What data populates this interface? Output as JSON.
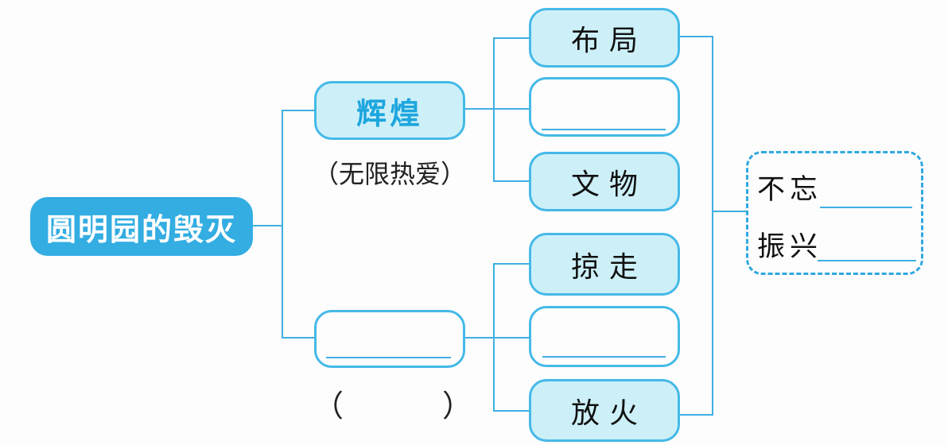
{
  "diagram": {
    "title_semantic": "yuanmingyuan-mindmap",
    "root": {
      "label": "圆明园的毁灭"
    },
    "branches": [
      {
        "node_label": "辉煌",
        "annotation": "（无限热爱）",
        "children": [
          {
            "label": "布局",
            "blank": false
          },
          {
            "label": "",
            "blank": true
          },
          {
            "label": "文物",
            "blank": false
          }
        ]
      },
      {
        "node_label": "",
        "blank": true,
        "annotation_open": "（",
        "annotation_close": "）",
        "children": [
          {
            "label": "掠走",
            "blank": false
          },
          {
            "label": "",
            "blank": true
          },
          {
            "label": "放火",
            "blank": false
          }
        ]
      }
    ],
    "conclusion": {
      "line1_label": "不忘",
      "line2_label": "振兴"
    }
  },
  "colors": {
    "root_fill": "#33ade2",
    "node_fill_light": "#cdf0f8",
    "border_blue": "#45b9e8",
    "line_blue": "#3fb0e2",
    "dashed_border": "#2fa8e1",
    "root_text": "#ffffff",
    "branch_text_blue": "#1ea6de",
    "label_text": "#111111",
    "background": "#fdfdfd"
  }
}
